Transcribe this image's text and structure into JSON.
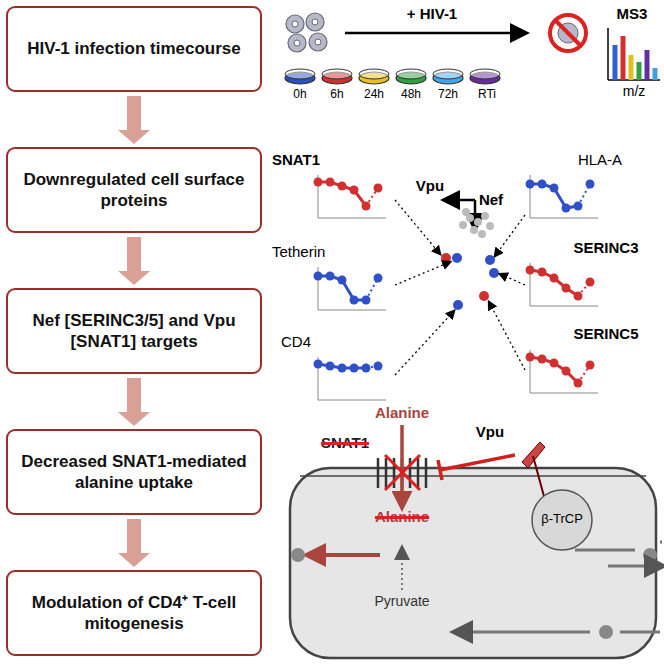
{
  "diagram": {
    "nodes": [
      {
        "text": [
          "HIV-1 infection timecourse"
        ]
      },
      {
        "text": [
          "Downregulated cell surface proteins"
        ]
      },
      {
        "text": [
          "Nef [SERINC3/5] and Vpu [SNAT1] targets"
        ]
      },
      {
        "text": [
          "Decreased SNAT1-mediated alanine uptake"
        ]
      },
      {
        "text": [
          "Modulation of CD4⁺ T-cell mitogenesis"
        ]
      }
    ],
    "edges": [
      {
        "from": 0,
        "to": 1,
        "arrow": "to"
      },
      {
        "from": 1,
        "to": 2,
        "arrow": "to"
      },
      {
        "from": 2,
        "to": 3,
        "arrow": "to"
      },
      {
        "from": 3,
        "to": 4,
        "arrow": "to"
      }
    ],
    "labels": [
      "+ HIV-1",
      "0h",
      "6h",
      "24h",
      "48h",
      "72h",
      "RTi",
      "MS3",
      "m/z",
      "SNAT1",
      "Vpu",
      "Nef",
      "HLA-A",
      "Tetherin",
      "SERINC3",
      "CD4",
      "SERINC5",
      "Alanine",
      "SNAT1",
      "Vpu",
      "Alanine",
      "β-TrCP",
      "Pyruvate"
    ]
  }
}
